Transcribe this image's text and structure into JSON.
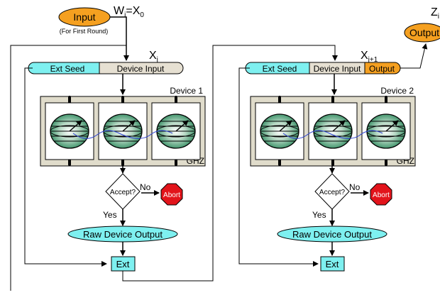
{
  "input_node": {
    "label": "Input",
    "note": "(For First Round)"
  },
  "init_formula": {
    "lhs": "W",
    "lhs_sub": "i",
    "rhs": "=X",
    "rhs_sub": "0"
  },
  "output_node": {
    "label": "Output",
    "top_label": "Z",
    "top_label_sub": "i"
  },
  "round1": {
    "x_label": "X",
    "x_sub": "j",
    "bar": {
      "seed": "Ext Seed",
      "device_input": "Device Input"
    },
    "device": {
      "title": "Device 1",
      "ghz": "GHZ"
    },
    "decision": {
      "label": "Accept?",
      "no": "No",
      "yes": "Yes"
    },
    "abort": "Abort",
    "raw_output": "Raw Device Output",
    "ext": "Ext"
  },
  "round2": {
    "x_label": "X",
    "x_sub": "j+1",
    "bar": {
      "seed": "Ext Seed",
      "device_input": "Device Input",
      "output": "Output"
    },
    "device": {
      "title": "Device 2",
      "ghz": "GHZ"
    },
    "decision": {
      "label": "Accept?",
      "no": "No",
      "yes": "Yes"
    },
    "abort": "Abort",
    "raw_output": "Raw Device Output",
    "ext": "Ext"
  },
  "colors": {
    "orange": "#f5a020",
    "cyan": "#7ef0f0",
    "beige": "#e6e0d2",
    "device_bg": "#e0dccb",
    "abort_red": "#e2141b",
    "sphere_green": "#2e8a5e",
    "entangle_blue": "#2b3fd0"
  }
}
